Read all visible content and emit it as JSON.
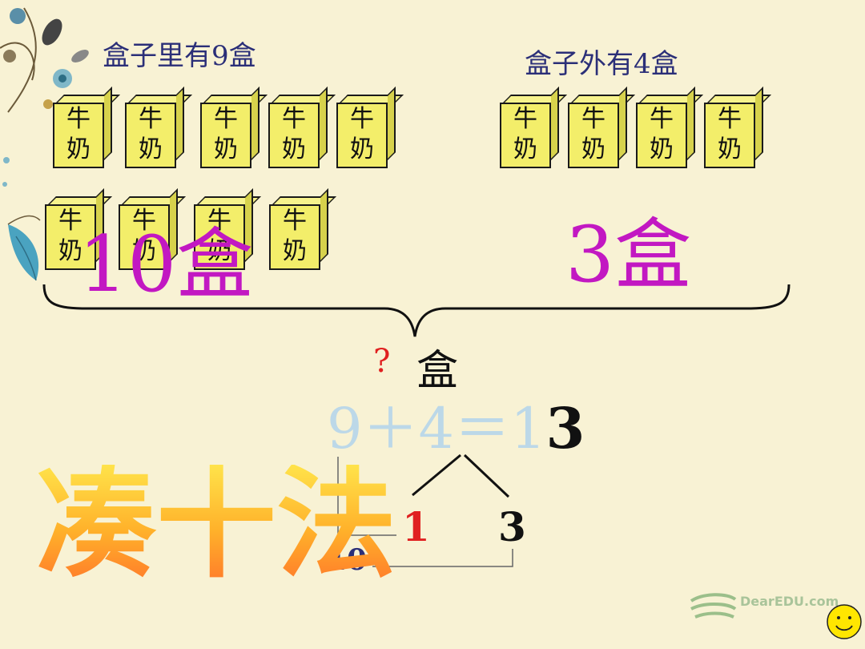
{
  "headings": {
    "inside": "盒子里有9盒",
    "outside": "盒子外有4盒"
  },
  "box_label": {
    "line1": "牛",
    "line2": "奶"
  },
  "overlay": {
    "ten": "10盒",
    "three": "3盒"
  },
  "question": {
    "mark": "?",
    "unit": "盒"
  },
  "equation": {
    "expr": "9＋4＝1",
    "result_digit": "3"
  },
  "decomposition": {
    "left": "1",
    "right": "3",
    "ten": "10"
  },
  "method_title": "凑十法",
  "logo": {
    "text": "DearEDU.com"
  },
  "colors": {
    "heading": "#2b2f78",
    "box": "#f3ee6a",
    "overlay": "#c218c2",
    "question": "#e02020",
    "equation_faded": "#bcd8e8",
    "split_one": "#e02020",
    "ten_label": "#2b2f78"
  },
  "icons": [
    "flower-decoration-icon",
    "butterfly-icon",
    "smiley-icon",
    "brace-icon"
  ]
}
